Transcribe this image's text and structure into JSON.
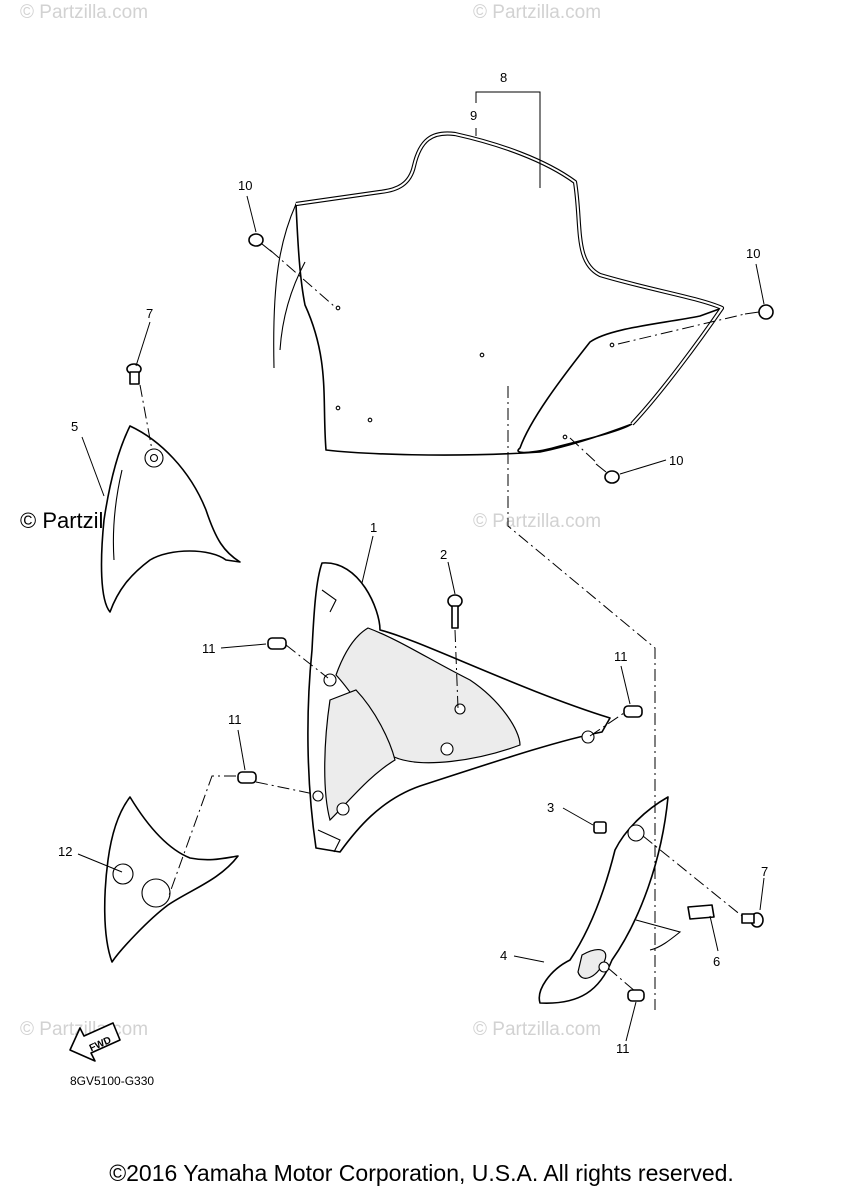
{
  "watermarks": {
    "faint": "© Partzilla.com",
    "strong": "© Partzilla.com"
  },
  "callouts": {
    "c1": "1",
    "c2": "2",
    "c3": "3",
    "c4": "4",
    "c5": "5",
    "c6": "6",
    "c7a": "7",
    "c7b": "7",
    "c8": "8",
    "c9": "9",
    "c10a": "10",
    "c10b": "10",
    "c10c": "10",
    "c11a": "11",
    "c11b": "11",
    "c11c": "11",
    "c11d": "11",
    "c12": "12"
  },
  "fwd_label": "FWD",
  "diagram_code": "8GV5100-G330",
  "copyright": "©2016 Yamaha Motor Corporation, U.S.A. All rights reserved."
}
